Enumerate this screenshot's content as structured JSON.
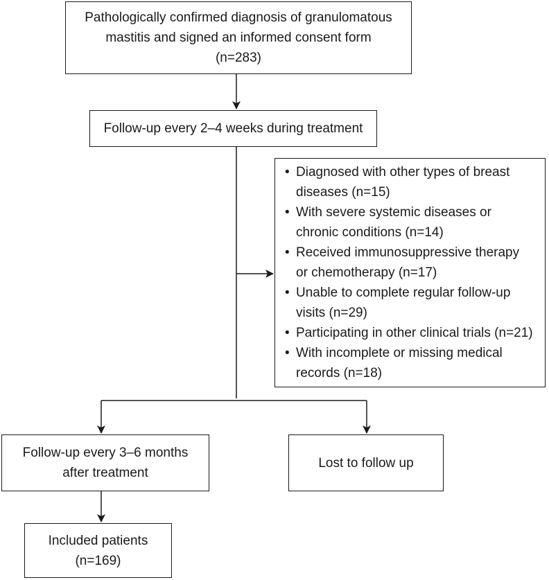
{
  "top_box": {
    "lines": [
      "Pathologically confirmed diagnosis of granulomatous",
      "mastitis and signed an informed consent form",
      "(n=283)"
    ]
  },
  "followup_during": {
    "text": "Follow-up every 2–4 weeks during treatment"
  },
  "exclusions": {
    "items": [
      {
        "line1": "Diagnosed with other types of breast",
        "line2": "diseases (n=15)"
      },
      {
        "line1": "With severe systemic diseases or",
        "line2": "chronic conditions (n=14)"
      },
      {
        "line1": "Received immunosuppressive therapy",
        "line2": "or chemotherapy (n=17)"
      },
      {
        "line1": "Unable to complete regular follow-up",
        "line2": "visits (n=29)"
      },
      {
        "line1": "Participating in other clinical trials (n=21)",
        "line2": ""
      },
      {
        "line1": "With incomplete or missing medical",
        "line2": "records (n=18)"
      }
    ]
  },
  "followup_after": {
    "lines": [
      "Follow-up every 3–6 months",
      "after treatment"
    ]
  },
  "lost": {
    "text": "Lost to follow up"
  },
  "included": {
    "lines": [
      "Included patients",
      "(n=169)"
    ]
  }
}
